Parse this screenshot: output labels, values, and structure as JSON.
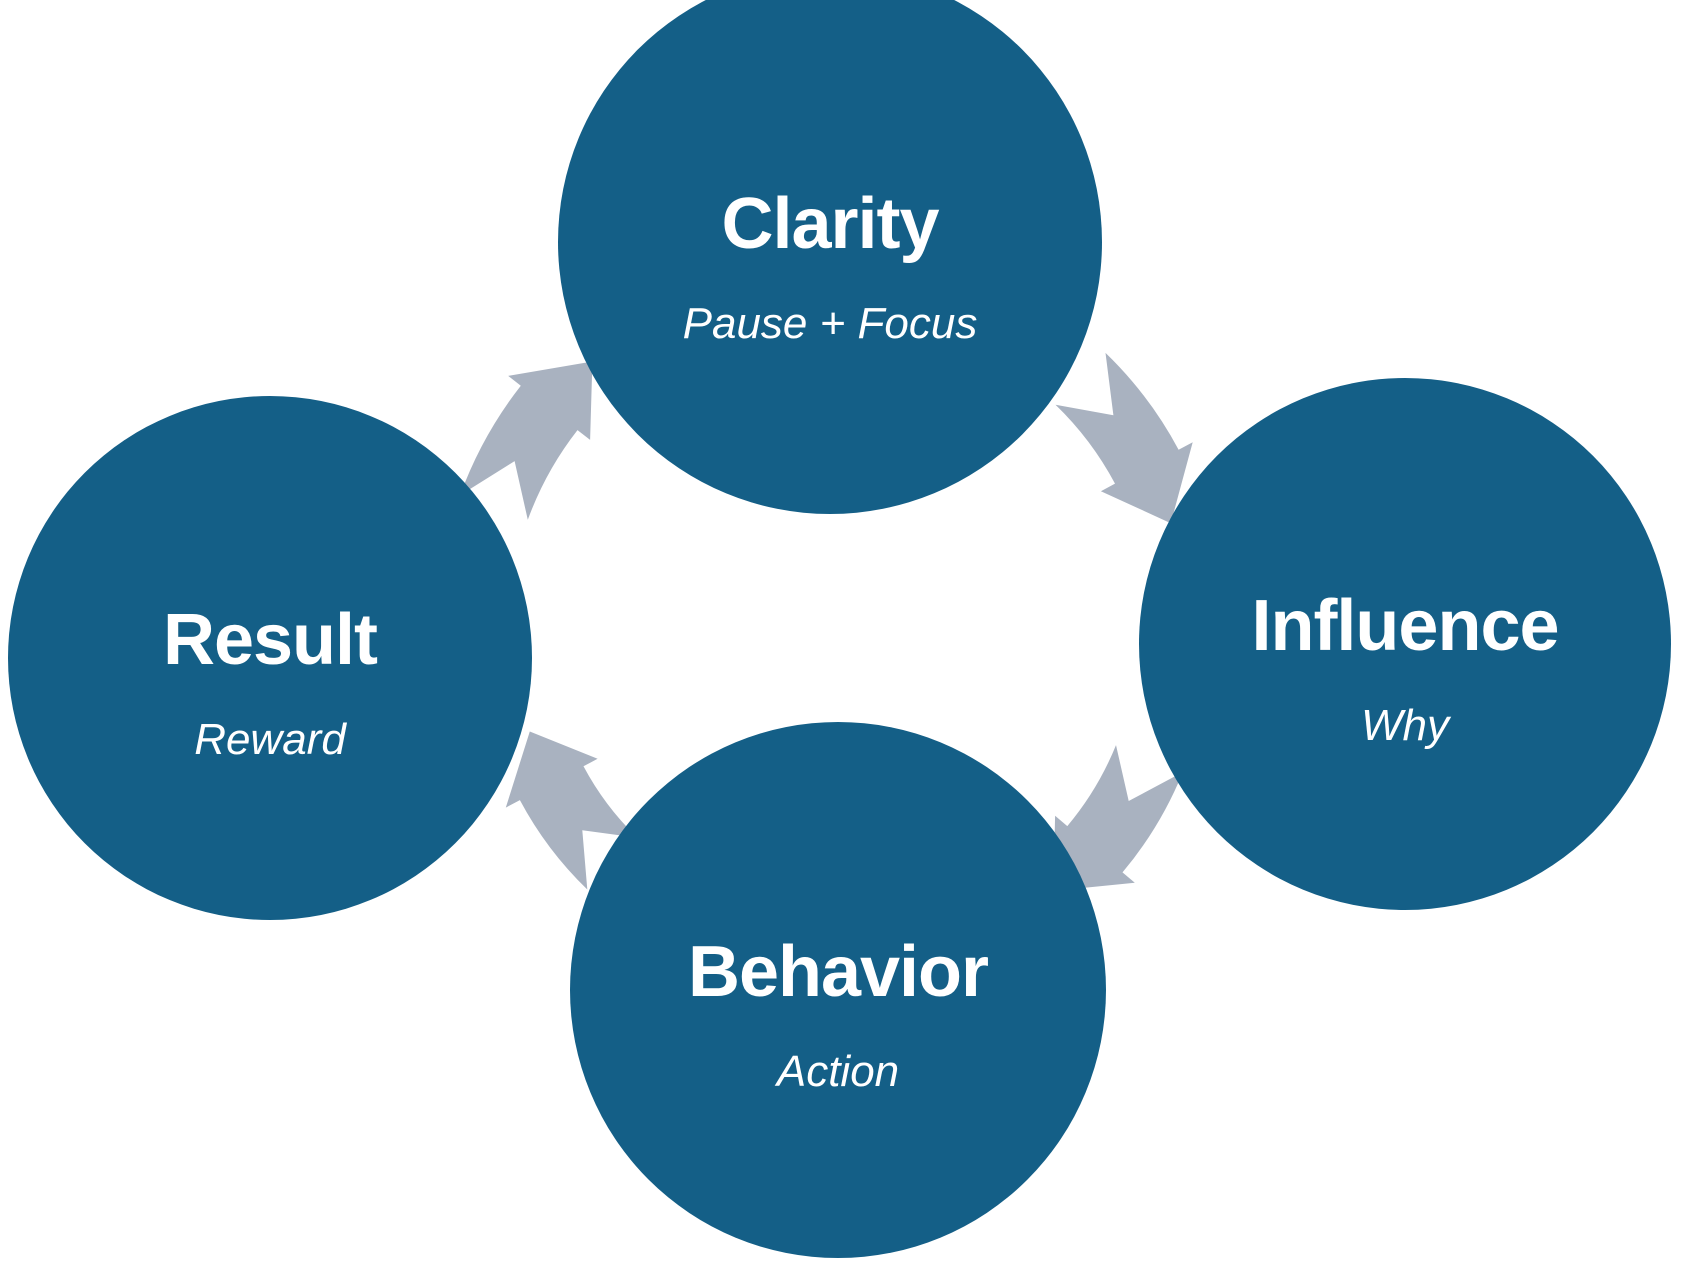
{
  "diagram": {
    "type": "cycle",
    "direction": "clockwise",
    "nodes": [
      {
        "id": "clarity",
        "label": "Clarity",
        "sublabel": "Pause + Focus"
      },
      {
        "id": "influence",
        "label": "Influence",
        "sublabel": "Why"
      },
      {
        "id": "behavior",
        "label": "Behavior",
        "sublabel": "Action"
      },
      {
        "id": "result",
        "label": "Result",
        "sublabel": "Reward"
      }
    ],
    "colors": {
      "node_fill": "#145F87",
      "arrow": "#A9B2C0",
      "label_text": "#FFFFFF",
      "background": "#FFFFFF"
    }
  }
}
